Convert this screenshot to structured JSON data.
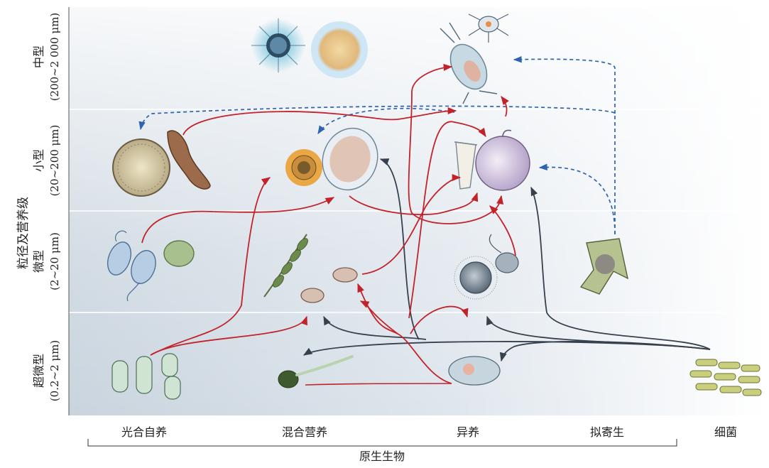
{
  "y_axis": {
    "title": "粒径及营养级",
    "bands": [
      {
        "name": "中型",
        "range": "(200~2 000 μm)"
      },
      {
        "name": "小型",
        "range": "(20~200 μm)"
      },
      {
        "name": "微型",
        "range": "(2~20 μm)"
      },
      {
        "name": "超微型",
        "range": "(0.2~2 μm)"
      }
    ]
  },
  "x_axis": {
    "categories": [
      "光合自养",
      "混合营养",
      "异养",
      "拟寄生",
      "细菌"
    ],
    "group_label": "原生生物"
  },
  "colors": {
    "feeding_arrow": "#c2232b",
    "bacteria_arrow": "#36414d",
    "parasite_arrow": "#2e64ad"
  }
}
